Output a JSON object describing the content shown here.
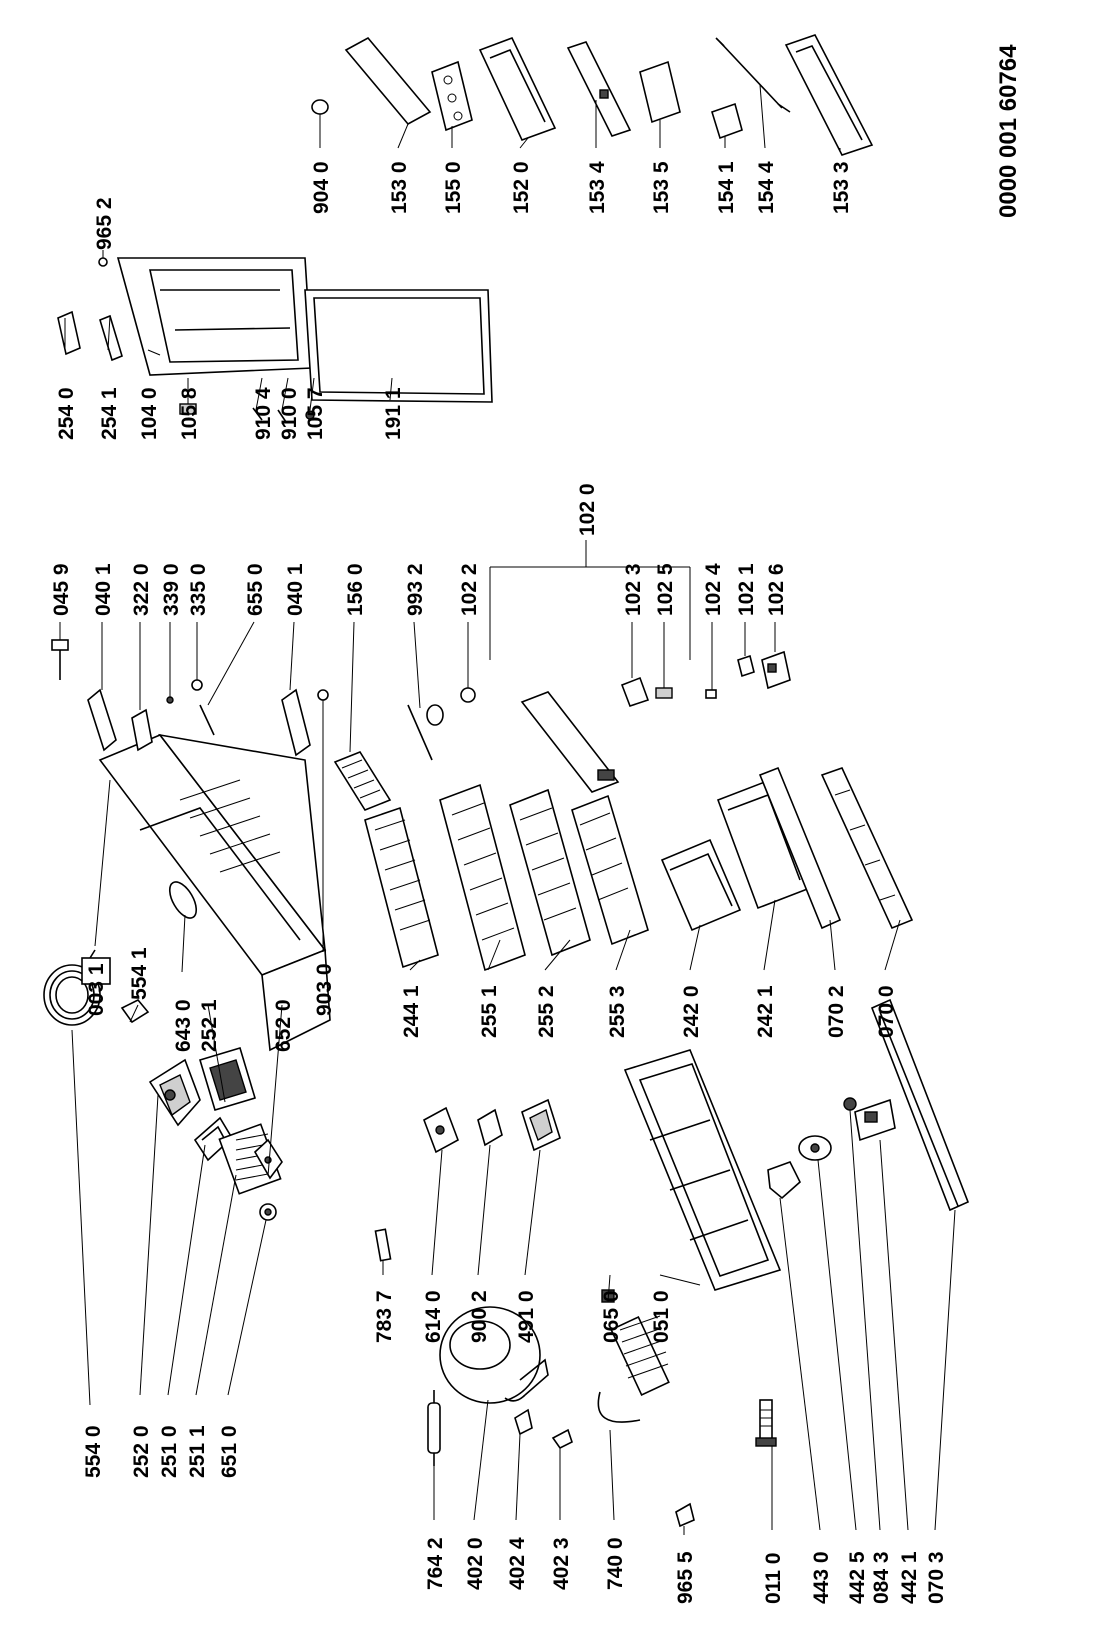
{
  "document_code": "0000 001 60764",
  "labels": {
    "p5540": "554 0",
    "p2520": "252 0",
    "p2510": "251 0",
    "p2511": "251 1",
    "p6510": "651 0",
    "p7642": "764 2",
    "p4020": "402 0",
    "p4024": "402 4",
    "p4023": "402 3",
    "p7400": "740 0",
    "p9655": "965 5",
    "p0110": "011 0",
    "p4430": "443 0",
    "p4425": "442 5",
    "p0843": "084 3",
    "p4421": "442 1",
    "p0703": "070 3",
    "p5541": "554 1",
    "p6430": "643 0",
    "p2521": "252 1",
    "p6520": "652 0",
    "p7837": "783 7",
    "p6140": "614 0",
    "p9002": "900 2",
    "p4910": "491 0",
    "p0650": "065 0",
    "p0510": "051 0",
    "p0031": "003 1",
    "p9030": "903 0",
    "p2441": "244 1",
    "p2551": "255 1",
    "p2552": "255 2",
    "p2553": "255 3",
    "p2420": "242 0",
    "p2421": "242 1",
    "p0702": "070 2",
    "p0700": "070 0",
    "p0459": "045 9",
    "p0401a": "040 1",
    "p3220": "322 0",
    "p3390": "339 0",
    "p3350": "335 0",
    "p6550": "655 0",
    "p0401b": "040 1",
    "p1560": "156 0",
    "p9932": "993 2",
    "p1022": "102 2",
    "p1023": "102 3",
    "p1025": "102 5",
    "p1024": "102 4",
    "p1021": "102 1",
    "p1026": "102 6",
    "p1020": "102 0",
    "p2540": "254 0",
    "p2541": "254 1",
    "p1040": "104 0",
    "p1058": "105 8",
    "p9104": "910 4",
    "p9100": "910 0",
    "p1057": "105 7",
    "p1911": "191 1",
    "p9652": "965 2",
    "p9040": "904 0",
    "p1530": "153 0",
    "p1550": "155 0",
    "p1520": "152 0",
    "p1534": "153 4",
    "p1535": "153 5",
    "p1541": "154 1",
    "p1544": "154 4",
    "p1533": "153 3"
  }
}
